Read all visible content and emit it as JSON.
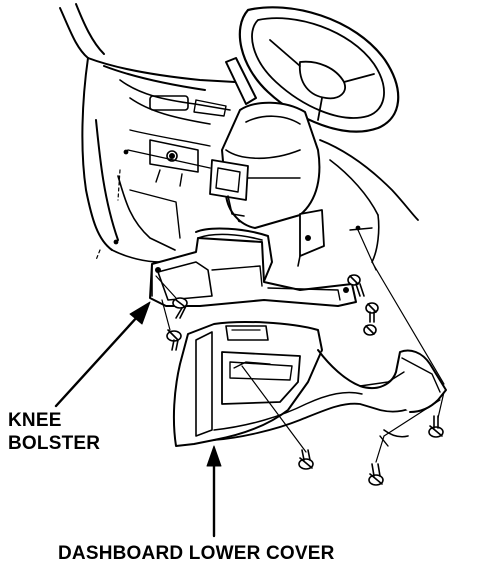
{
  "labels": {
    "knee_bolster_line1": "KNEE",
    "knee_bolster_line2": "BOLSTER",
    "dashboard_lower_cover": "DASHBOARD LOWER COVER"
  },
  "colors": {
    "ink": "#000000",
    "paper": "#ffffff",
    "fill": "#ffffff"
  }
}
